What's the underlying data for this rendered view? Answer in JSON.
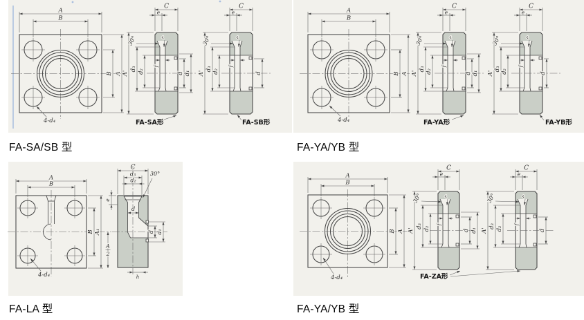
{
  "drawing": {
    "paper_color": "#f2f1ec",
    "shade_color": "#cacfc7",
    "line_color": "#454545",
    "thin_color": "#616161",
    "artifact_blue": "#a9bedf"
  },
  "dims": {
    "A": "A",
    "B": "B",
    "C": "C",
    "e": "e",
    "d": "d",
    "d1": "d₁",
    "d2": "d₂",
    "d3": "d₃",
    "bolt_holes": "4-d₄",
    "A_prime": "A'",
    "A1": "A₁",
    "half_num": "A",
    "half_den": "2",
    "angle": "30°",
    "r": "r",
    "f": "f",
    "h": "h"
  },
  "panels": [
    {
      "caption": "FA-SA/SB 型",
      "sections": [
        "FA-SA形",
        "FA-SB形"
      ]
    },
    {
      "caption": "FA-YA/YB 型",
      "sections": [
        "FA-YA形",
        "FA-YB形"
      ]
    },
    {
      "caption": "FA-LA 型",
      "sections": []
    },
    {
      "caption": "FA-YA/YB 型",
      "sections": [
        "FA-ZA形"
      ]
    }
  ]
}
